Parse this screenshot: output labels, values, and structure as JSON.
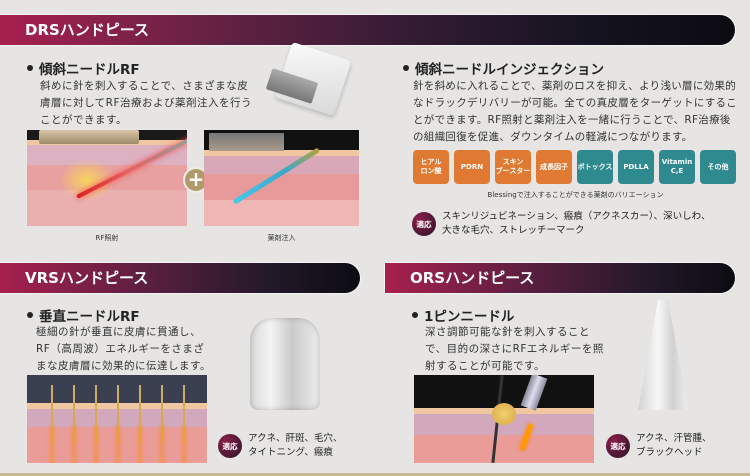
{
  "drs": {
    "title": "DRSハンドピース",
    "left": {
      "heading": "傾斜ニードルRF",
      "description": "斜めに針を刺入することで、さまざまな皮膚層に対してRF治療および薬剤注入を行うことができます。",
      "captions": [
        "RF照射",
        "薬剤注入"
      ],
      "plus_icon": "+"
    },
    "right": {
      "heading": "傾斜ニードルインジェクション",
      "description": "針を斜めに入れることで、薬剤のロスを抑え、より浅い層に効果的なドラックデリバリーが可能。全ての真皮層をターゲットにすることができます。RF照射と薬剤注入を一緒に行うことで、RF治療後の組織回復を促進、ダウンタイムの軽減につながります。",
      "badges": [
        {
          "label": "ヒアル\nロン酸",
          "color": "orange"
        },
        {
          "label": "PDRN",
          "color": "orange"
        },
        {
          "label": "スキン\nブースター",
          "color": "orange"
        },
        {
          "label": "成長因子",
          "color": "orange"
        },
        {
          "label": "ボトックス",
          "color": "teal"
        },
        {
          "label": "PDLLA",
          "color": "teal"
        },
        {
          "label": "Vitamin\nC,E",
          "color": "teal"
        },
        {
          "label": "その他",
          "color": "teal"
        }
      ],
      "badges_caption": "Blessingで注入することができる薬剤のバリエーション",
      "indication_label": "適応",
      "indication": "スキンリジュビネーション、瘢痕（アクネスカー）、深いしわ、\n大きな毛穴、ストレッチーマーク"
    }
  },
  "vrs": {
    "title": "VRSハンドピース",
    "heading": "垂直ニードルRF",
    "description": "極細の針が垂直に皮膚に貫通し、RF（高周波）エネルギーをさまざまな皮膚層に効果的に伝達します。",
    "indication_label": "適応",
    "indication": "アクネ、肝斑、毛穴、\nタイトニング、瘢痕"
  },
  "ors": {
    "title": "ORSハンドピース",
    "heading": "1ピンニードル",
    "description": "深さ調節可能な針を刺入することで、目的の深さにRFエネルギーを照射することが可能です。",
    "indication_label": "適応",
    "indication": "アクネ、汗管腫、\nブラックヘッド"
  },
  "colors": {
    "header_start": "#a8204e",
    "header_end": "#0c0b12",
    "badge_orange": "#e07a32",
    "badge_teal": "#2e8a8e",
    "plus_gold": "#b09a6c",
    "background": "#e6e5e3"
  }
}
